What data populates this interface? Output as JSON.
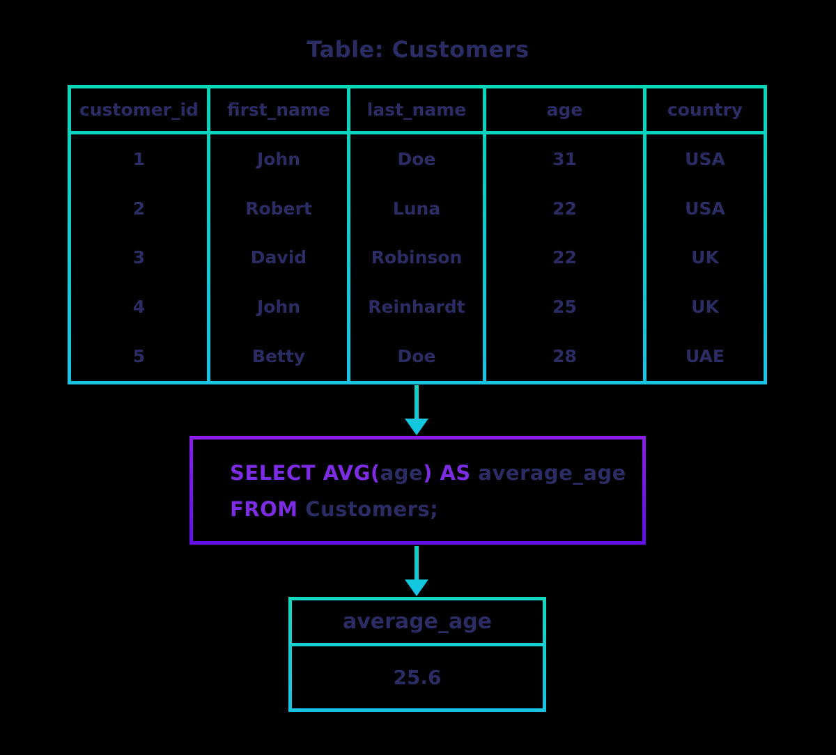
{
  "background": "#000000",
  "colors": {
    "text_navy": "#2c2c64",
    "table_border_teal_top": "#02d6b8",
    "table_border_teal_bottom": "#18c3e4",
    "sql_border_purple_top": "#8a1deb",
    "sql_border_purple_bottom": "#5f11e8",
    "sql_keyword_purple": "#7c2ce2"
  },
  "title": "Table: Customers",
  "table": {
    "name": "Customers",
    "columns": [
      "customer_id",
      "first_name",
      "last_name",
      "age",
      "country"
    ],
    "rows": [
      [
        "1",
        "John",
        "Doe",
        "31",
        "USA"
      ],
      [
        "2",
        "Robert",
        "Luna",
        "22",
        "USA"
      ],
      [
        "3",
        "David",
        "Robinson",
        "22",
        "UK"
      ],
      [
        "4",
        "John",
        "Reinhardt",
        "25",
        "UK"
      ],
      [
        "5",
        "Betty",
        "Doe",
        "28",
        "UAE"
      ]
    ]
  },
  "sql": {
    "full_query": "SELECT AVG(age) AS average_age FROM Customers;",
    "tokens": {
      "select": "SELECT AVG(",
      "arg": "age",
      "close_as": ") AS ",
      "alias": "average_age",
      "from": "FROM ",
      "table": "Customers;"
    }
  },
  "result": {
    "header": "average_age",
    "value": "25.6"
  },
  "icons": {
    "arrow_1": "arrow-down-icon",
    "arrow_2": "arrow-down-icon"
  }
}
